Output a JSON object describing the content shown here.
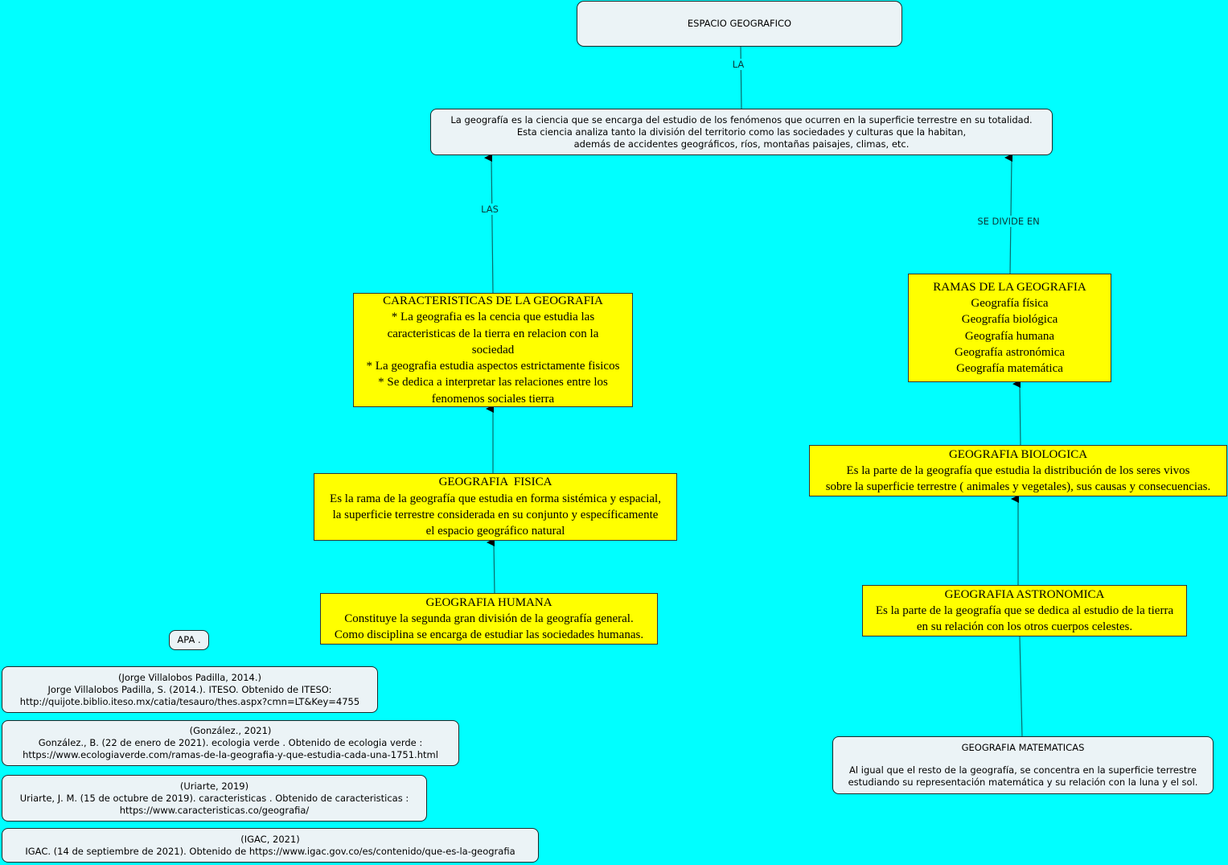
{
  "background_color": "#00FFFF",
  "colors": {
    "concept_box": "#EBF3F6",
    "highlight_box": "#FFFF00",
    "connector": "#0B6B6B"
  },
  "nodes": {
    "espacio": {
      "lines": [
        "ESPACIO GEOGRAFICO"
      ]
    },
    "definicion": {
      "lines": [
        "La geografía es la ciencia que se encarga del estudio de los fenómenos que ocurren en la superficie terrestre en su totalidad.",
        "Esta ciencia analiza tanto la división del territorio como las sociedades y culturas que la habitan,",
        "además de accidentes geográficos, ríos, montañas paisajes, climas, etc."
      ]
    },
    "caracteristicas": {
      "lines": [
        "CARACTERISTICAS DE LA GEOGRAFIA",
        "* La geografia es la cencia que estudia las",
        "caracteristicas de la tierra en relacion con la",
        "sociedad",
        "* La geografia estudia aspectos estrictamente fisicos",
        "* Se dedica a interpretar las relaciones entre los",
        "fenomenos sociales tierra"
      ]
    },
    "ramas": {
      "lines": [
        "RAMAS DE LA GEOGRAFIA",
        "Geografía física",
        "Geografía biológica",
        "Geografía humana",
        "Geografía astronómica",
        "Geografía matemática"
      ]
    },
    "fisica": {
      "lines": [
        "GEOGRAFIA  FISICA",
        "Es la rama de la geografía que estudia en forma sistémica y espacial,",
        "la superficie terrestre considerada en su conjunto y específicamente",
        "el espacio geográfico natural"
      ]
    },
    "biologica": {
      "lines": [
        "GEOGRAFIA BIOLOGICA",
        "Es la parte de la geografía que estudia la distribución de los seres vivos",
        "sobre la superficie terrestre ( animales y vegetales), sus causas y consecuencias."
      ]
    },
    "humana": {
      "lines": [
        "GEOGRAFIA HUMANA",
        "Constituye la segunda gran división de la geografía general.",
        "Como disciplina se encarga de estudiar las sociedades humanas."
      ]
    },
    "astronomica": {
      "lines": [
        "GEOGRAFIA ASTRONOMICA",
        "Es la parte de la geografía que se dedica al estudio de la tierra",
        "en su relación con los otros cuerpos celestes."
      ]
    },
    "matematicas": {
      "title": "GEOGRAFIA MATEMATICAS",
      "lines": [
        "Al igual que el resto de la geografía, se concentra en la superficie terrestre",
        "estudiando su representación matemática y su relación con la luna y el sol."
      ]
    },
    "apa": {
      "lines": [
        "APA ."
      ]
    },
    "ref1": {
      "lines": [
        "(Jorge Villalobos Padilla, 2014.)",
        "Jorge Villalobos Padilla, S. (2014.). ITESO. Obtenido de ITESO:",
        "http://quijote.biblio.iteso.mx/catia/tesauro/thes.aspx?cmn=LT&Key=4755"
      ]
    },
    "ref2": {
      "lines": [
        "(González., 2021)",
        "González., B. (22 de enero de 2021). ecologia verde . Obtenido de ecologia verde :",
        "https://www.ecologiaverde.com/ramas-de-la-geografia-y-que-estudia-cada-una-1751.html"
      ]
    },
    "ref3": {
      "lines": [
        "(Uriarte, 2019)",
        "Uriarte, J. M. (15 de octubre de 2019). caracteristicas . Obtenido de caracteristicas :",
        "https://www.caracteristicas.co/geografia/"
      ]
    },
    "ref4": {
      "lines": [
        "(IGAC, 2021)",
        "IGAC. (14 de septiembre de 2021). Obtenido de https://www.igac.gov.co/es/contenido/que-es-la-geografia"
      ]
    }
  },
  "link_labels": {
    "la": "LA",
    "las": "LAS",
    "se_divide_en": "SE DIVIDE EN"
  },
  "connections": [
    {
      "from": "espacio",
      "to": "definicion",
      "label": "LA",
      "arrow": false
    },
    {
      "from": "caracteristicas",
      "to": "definicion",
      "label": "LAS",
      "arrow": true
    },
    {
      "from": "ramas",
      "to": "definicion",
      "label": "SE DIVIDE EN",
      "arrow": true
    },
    {
      "from": "fisica",
      "to": "caracteristicas",
      "label": "",
      "arrow": true
    },
    {
      "from": "humana",
      "to": "fisica",
      "label": "",
      "arrow": true
    },
    {
      "from": "biologica",
      "to": "ramas",
      "label": "",
      "arrow": true
    },
    {
      "from": "astronomica",
      "to": "biologica",
      "label": "",
      "arrow": true
    },
    {
      "from": "matematicas",
      "to": "astronomica",
      "label": "",
      "arrow": false
    }
  ]
}
